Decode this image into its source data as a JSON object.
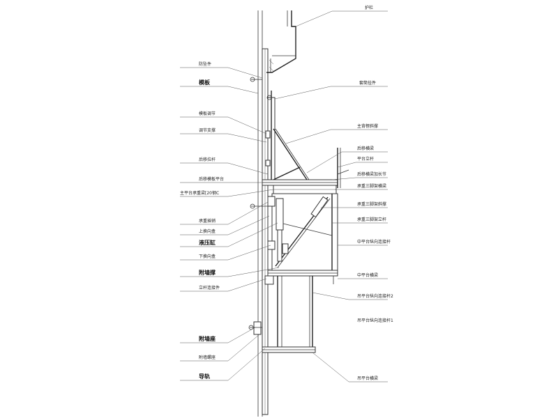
{
  "labels": {
    "guardrail_top": "护栏",
    "anti_fall": "防坠件",
    "formwork": "模板",
    "suspension_piece": "套筒挂件",
    "template_adjust": "模板调节",
    "adjust_support": "调节支撑",
    "platform_brace": "主背楞斜撑",
    "rear_brace_pole": "后移拉杆",
    "rear_platform": "后移模板平台",
    "main_beam": "主平台承重梁[20钢C",
    "rear_beam": "后移横梁",
    "platform_post": "平台立杆",
    "rear_slide": "后移横梁加长节",
    "triangle_upper": "承重三脚架横梁",
    "anchor_bolt": "承重插销",
    "upper_clamp": "上换向盒",
    "triangle_brace": "承重三脚架斜撑",
    "triangle_post": "承重三脚架立杆",
    "hydraulic": "液压缸",
    "mid_rail": "中平台纵向连接杆",
    "lower_clamp": "下换向盒",
    "wall_brace": "附墙撑",
    "column_link": "立杆连接件",
    "mid_platform": "中平台横梁",
    "hang_link2": "吊平台纵向连接杆2",
    "hang_link1": "吊平台纵向连接杆1",
    "wall_seat": "附墙座",
    "wall_bolt": "附墙螺座",
    "guide_rail": "导轨",
    "hang_platform": "吊平台横梁"
  }
}
